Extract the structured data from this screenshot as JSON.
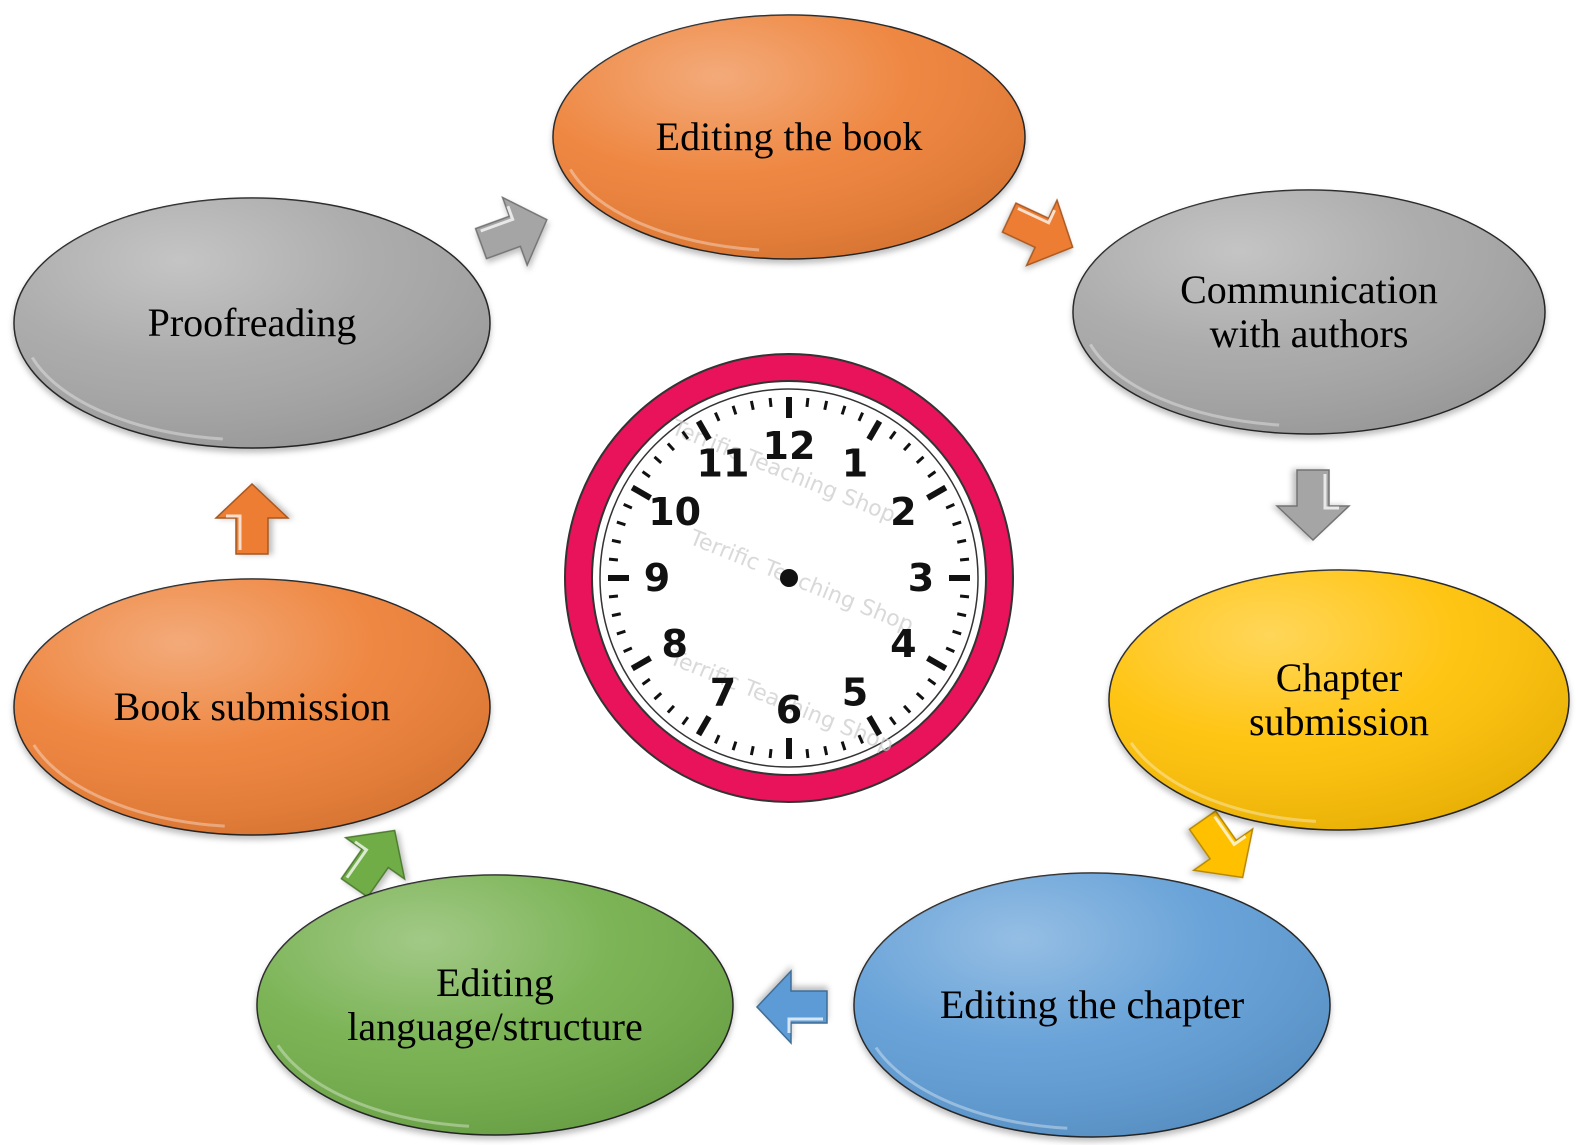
{
  "nodes": [
    {
      "id": "editing-book",
      "lines": [
        "Editing the book"
      ],
      "color": "#ED7D31"
    },
    {
      "id": "communication",
      "lines": [
        "Communication",
        "with authors"
      ],
      "color": "#A5A5A5"
    },
    {
      "id": "chapter-submission",
      "lines": [
        "Chapter",
        "submission"
      ],
      "color": "#FFC000"
    },
    {
      "id": "editing-chapter",
      "lines": [
        "Editing the chapter"
      ],
      "color": "#5B9BD5"
    },
    {
      "id": "editing-language",
      "lines": [
        "Editing",
        "language/structure"
      ],
      "color": "#70AD47"
    },
    {
      "id": "book-submission",
      "lines": [
        "Book submission"
      ],
      "color": "#ED7D31"
    },
    {
      "id": "proofreading",
      "lines": [
        "Proofreading"
      ],
      "color": "#A5A5A5"
    }
  ],
  "arrows": [
    {
      "from": "proofreading",
      "to": "editing-book",
      "color": "#A5A5A5"
    },
    {
      "from": "editing-book",
      "to": "communication",
      "color": "#ED7D31"
    },
    {
      "from": "communication",
      "to": "chapter-submission",
      "color": "#A5A5A5"
    },
    {
      "from": "chapter-submission",
      "to": "editing-chapter",
      "color": "#FFC000"
    },
    {
      "from": "editing-chapter",
      "to": "editing-language",
      "color": "#5B9BD5"
    },
    {
      "from": "editing-language",
      "to": "book-submission",
      "color": "#70AD47"
    },
    {
      "from": "book-submission",
      "to": "proofreading",
      "color": "#ED7D31"
    }
  ],
  "clock": {
    "numbers": [
      "12",
      "1",
      "2",
      "3",
      "4",
      "5",
      "6",
      "7",
      "8",
      "9",
      "10",
      "11"
    ],
    "watermark": "Terrific Teaching Shop",
    "rim_color": "#E8135A"
  }
}
